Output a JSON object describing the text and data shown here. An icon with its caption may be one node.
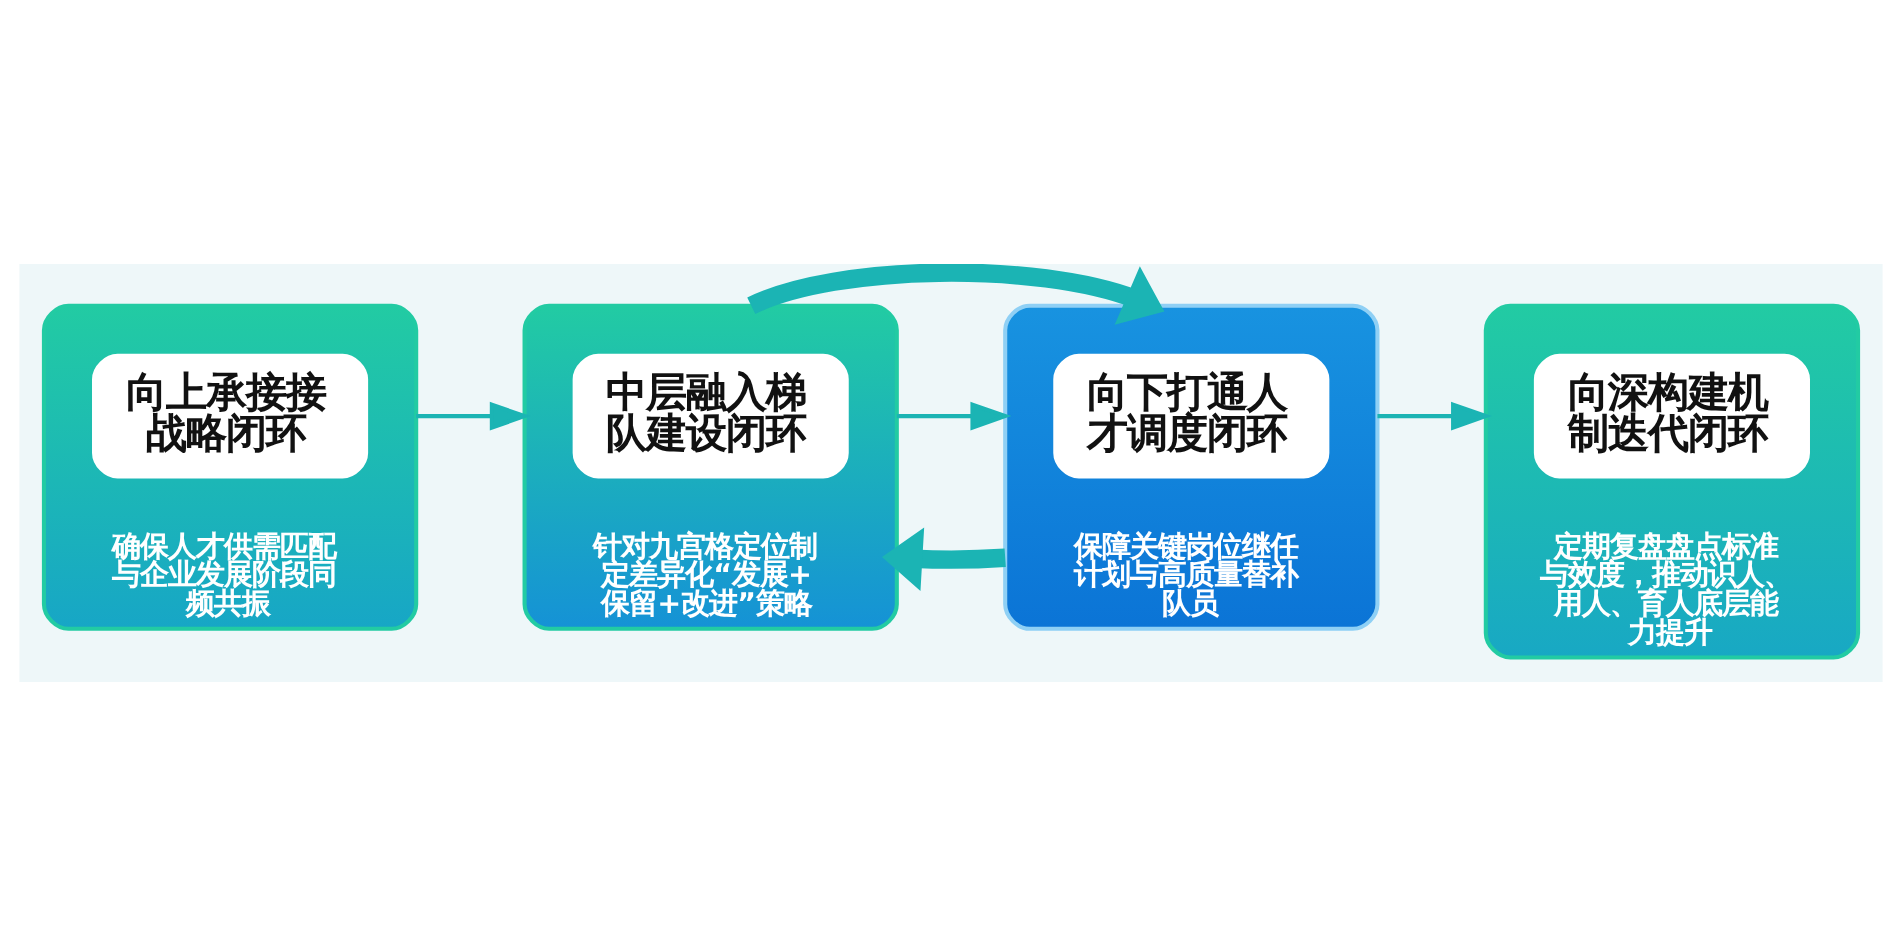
{
  "diagram": {
    "nodes": [
      {
        "text": [
          "确保人才供需匹配与企业发展阶段同频共振"
        ]
      },
      {
        "text": [
          "向上承接接战略闭环"
        ],
        "in": 0
      },
      {
        "text": [
          "针对九宫格定位制定差异化“发展+保留+改进”策略"
        ]
      },
      {
        "text": [
          "中层融入梯队建设闭环"
        ],
        "in": 2
      },
      {
        "text": [
          "保障关键岗位继任计划与高质量替补队员"
        ]
      },
      {
        "text": [
          "向下打通人才调度闭环"
        ],
        "in": 4
      },
      {
        "text": [
          "定期复盘盘点标准与效度，推动识人、用人、育人底层能力提升"
        ]
      },
      {
        "text": [
          "向深构建机制迭代闭环"
        ],
        "in": 6
      }
    ],
    "edges": [
      {
        "from": 0,
        "to": 2,
        "arrow": "to"
      },
      {
        "from": 2,
        "to": 4,
        "arrow": "to",
        "style": "thick"
      },
      {
        "from": 2,
        "to": 4,
        "arrow": "to"
      },
      {
        "from": 4,
        "to": 2,
        "arrow": "to",
        "style": "thick"
      },
      {
        "from": 4,
        "to": 6,
        "arrow": "to"
      }
    ]
  }
}
